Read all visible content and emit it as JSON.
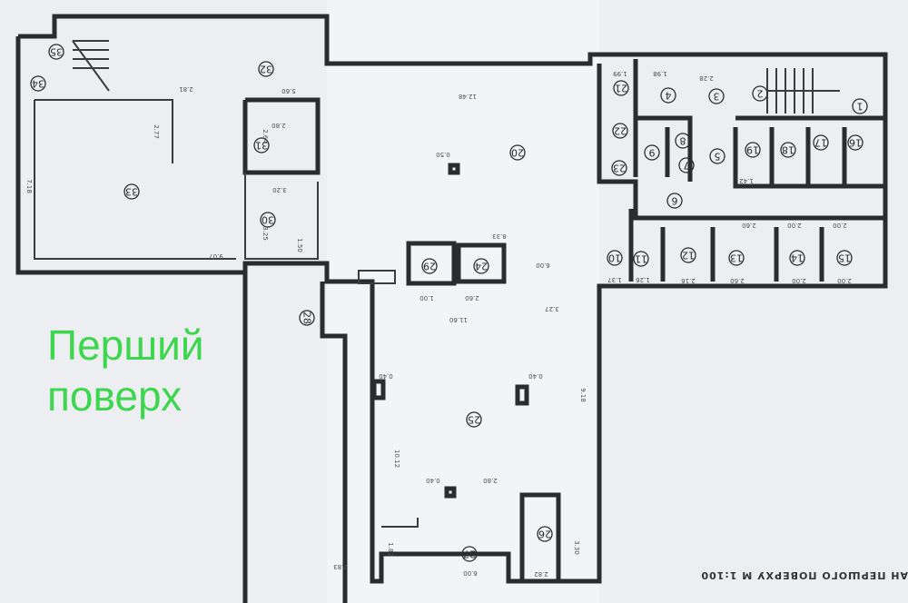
{
  "plan": {
    "title": "АН ПЕРШОГО ПОВЕРХУ М 1:100",
    "rooms": [
      "1",
      "2",
      "3",
      "4",
      "5",
      "6",
      "7",
      "8",
      "9",
      "10",
      "11",
      "12",
      "13",
      "14",
      "15",
      "16",
      "17",
      "18",
      "19",
      "20",
      "21",
      "22",
      "23",
      "24",
      "25",
      "26",
      "27",
      "28",
      "29",
      "30",
      "31",
      "32",
      "33",
      "34",
      "35"
    ],
    "dimensions": [
      "2.81",
      "5.60",
      "12.48",
      "2.80",
      "2.64",
      "3.20",
      "3.25",
      "1.50",
      "9.07",
      "7.18",
      "2.77",
      "0.50",
      "8.33",
      "6.00",
      "1.00",
      "2.60",
      "11.60",
      "3.27",
      "0.40",
      "0.40",
      "9.18",
      "10.12",
      "0.40",
      "2.80",
      "6.00",
      "2.82",
      "3.30",
      "2.83",
      "1.82",
      "1.99",
      "1.98",
      "2.28",
      "1.42",
      "2.60",
      "2.00",
      "2.00",
      "2.16",
      "2.60",
      "2.00",
      "2.00",
      "1.37",
      "1.26"
    ]
  },
  "overlay": {
    "line1": "Перший",
    "line2": "поверх",
    "color": "#3fd64f"
  }
}
